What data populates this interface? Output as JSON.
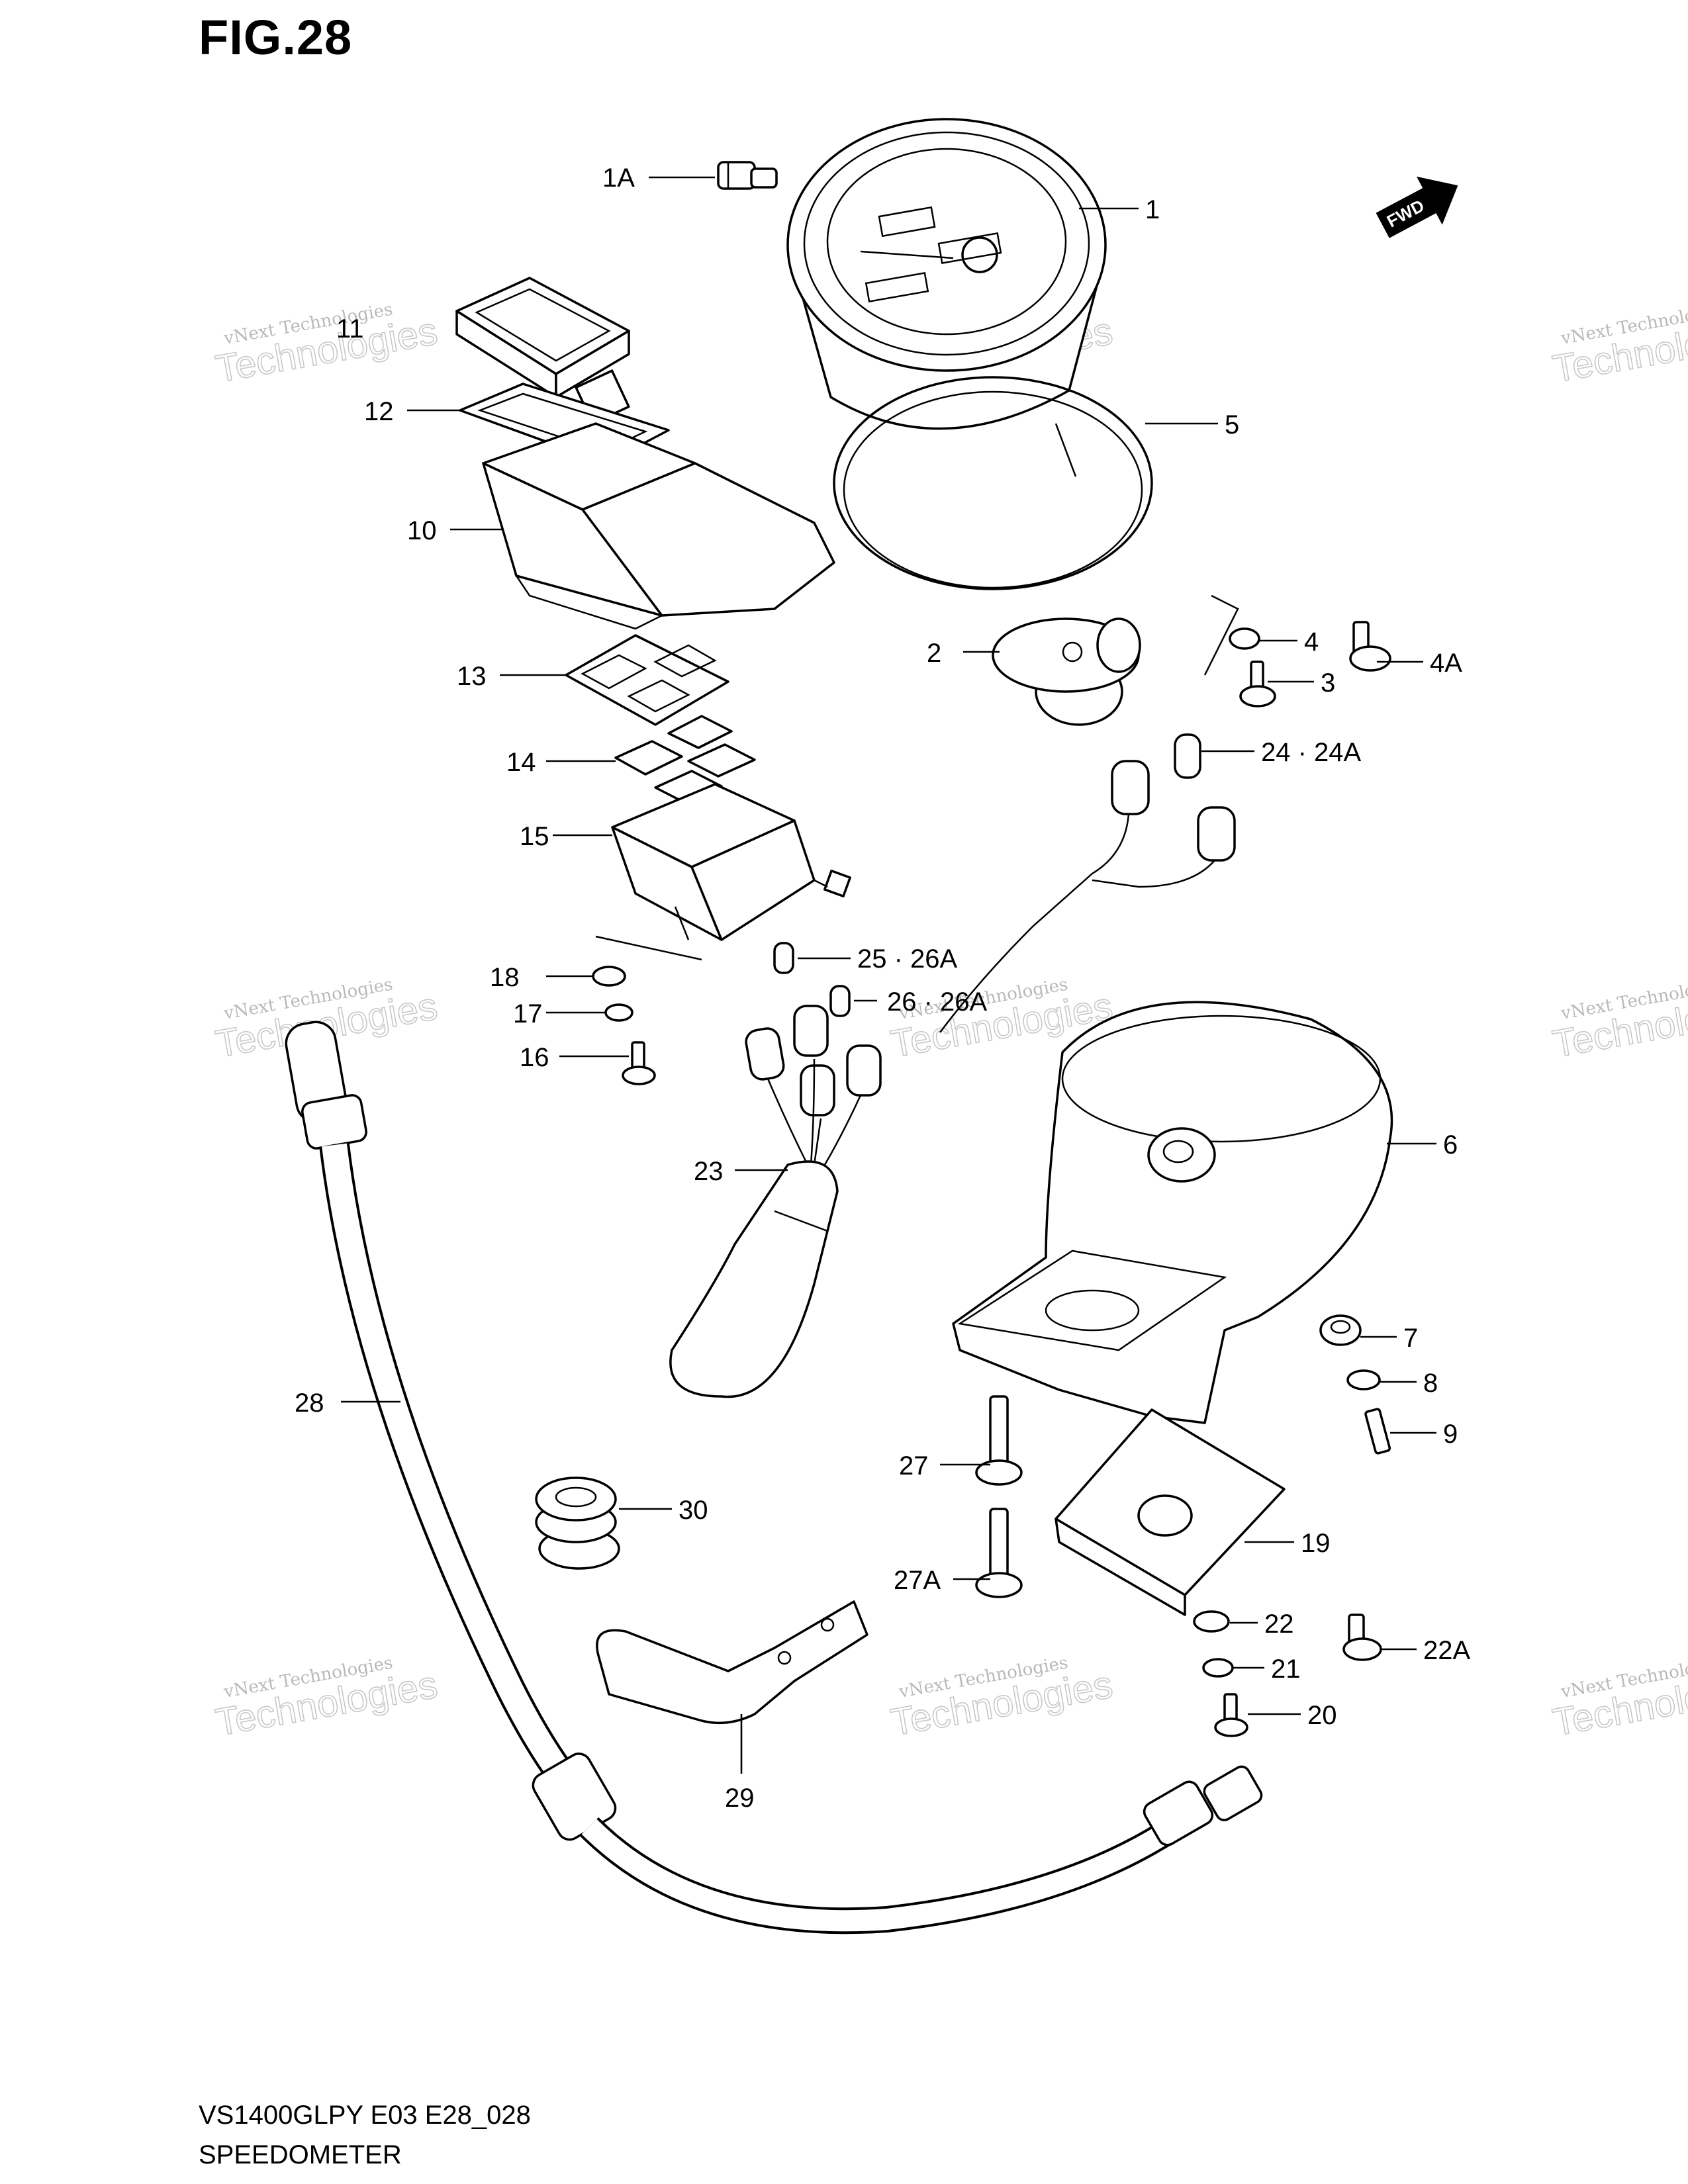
{
  "figure": {
    "title": "FIG.28",
    "model_code": "VS1400GLPY E03 E28_028",
    "section_title": "SPEEDOMETER",
    "fwd_label": "FWD"
  },
  "watermark": {
    "line1": "vNext Technologies",
    "line2": "Technologies"
  },
  "callouts": [
    "1A",
    "1",
    "11",
    "12",
    "10",
    "5",
    "2",
    "4",
    "4A",
    "3",
    "24 · 24A",
    "13",
    "14",
    "15",
    "25 · 26A",
    "26 · 26A",
    "18",
    "17",
    "16",
    "23",
    "6",
    "7",
    "8",
    "9",
    "28",
    "27",
    "30",
    "19",
    "27A",
    "22",
    "22A",
    "21",
    "20",
    "29"
  ]
}
